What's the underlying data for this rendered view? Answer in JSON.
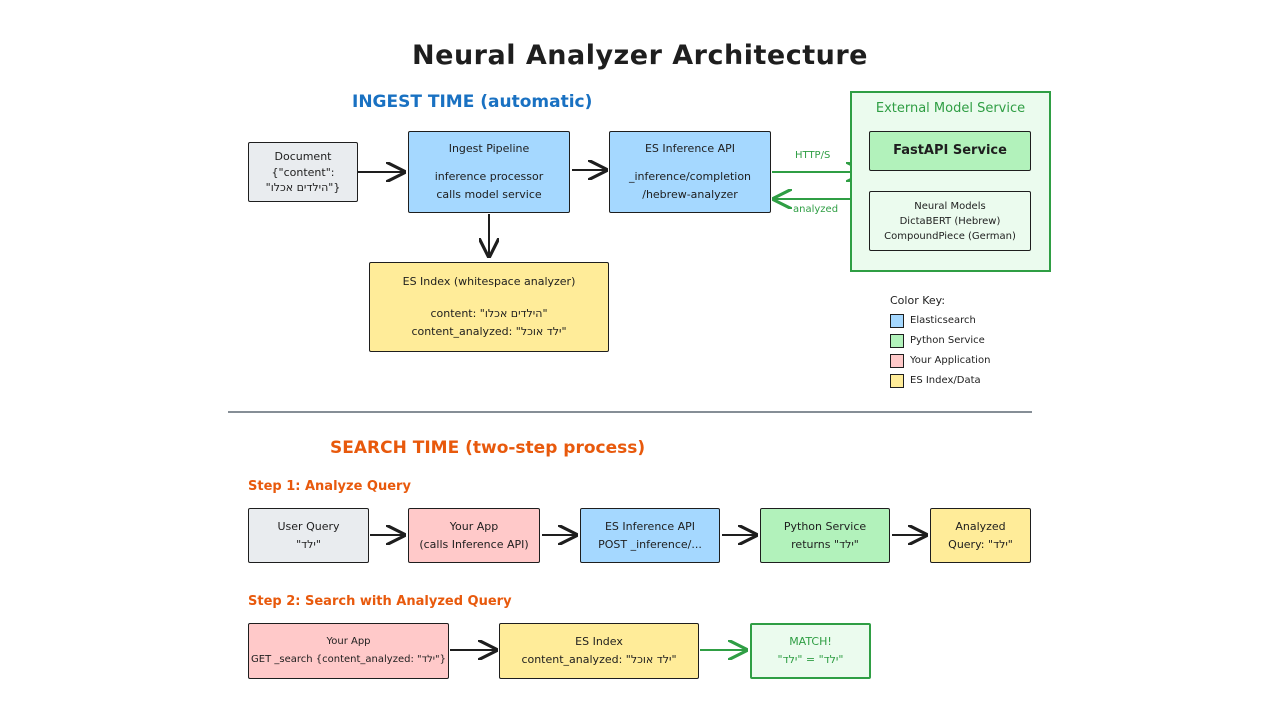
{
  "title": "Neural Analyzer Architecture",
  "ingest": {
    "heading": "INGEST TIME (automatic)",
    "document": {
      "line1": "Document",
      "line2": "{\"content\":",
      "line3": "\"הילדים אכלו\"}"
    },
    "pipeline": {
      "title": "Ingest Pipeline",
      "line1": "inference processor",
      "line2": "calls model service"
    },
    "inference_api": {
      "title": "ES Inference API",
      "line1": "_inference/completion",
      "line2": "/hebrew-analyzer"
    },
    "es_index": {
      "title": "ES Index (whitespace analyzer)",
      "line1": "content: \"הילדים אכלו\"",
      "line2": "content_analyzed: \"ילד אוכל\""
    },
    "http_label": "HTTP/S",
    "analyzed_label": "analyzed"
  },
  "external": {
    "title": "External Model Service",
    "fastapi": "FastAPI Service",
    "models": {
      "title": "Neural Models",
      "line1": "DictaBERT (Hebrew)",
      "line2": "CompoundPiece (German)"
    }
  },
  "color_key": {
    "title": "Color Key:",
    "items": [
      {
        "label": "Elasticsearch",
        "color": "#a5d8ff"
      },
      {
        "label": "Python Service",
        "color": "#b2f2bb"
      },
      {
        "label": "Your Application",
        "color": "#ffc9c9"
      },
      {
        "label": "ES Index/Data",
        "color": "#ffec99"
      }
    ]
  },
  "search": {
    "heading": "SEARCH TIME (two-step process)",
    "step1": {
      "label": "Step 1: Analyze Query",
      "user_query": {
        "line1": "User Query",
        "line2": "\"ילד\""
      },
      "your_app": {
        "line1": "Your App",
        "line2": "(calls Inference API)"
      },
      "inference": {
        "line1": "ES Inference API",
        "line2": "POST _inference/..."
      },
      "python": {
        "line1": "Python Service",
        "line2": "returns \"ילד\""
      },
      "analyzed": {
        "line1": "Analyzed",
        "line2": "Query: \"ילד\""
      }
    },
    "step2": {
      "label": "Step 2: Search with Analyzed Query",
      "your_app": {
        "line1": "Your App",
        "line2": "GET _search {content_analyzed: \"ילד\"}"
      },
      "es_index": {
        "line1": "ES Index",
        "line2": "content_analyzed: \"ילד אוכל\""
      },
      "match": {
        "line1": "MATCH!",
        "line2": "\"ילד\" = \"ילד\""
      }
    }
  }
}
